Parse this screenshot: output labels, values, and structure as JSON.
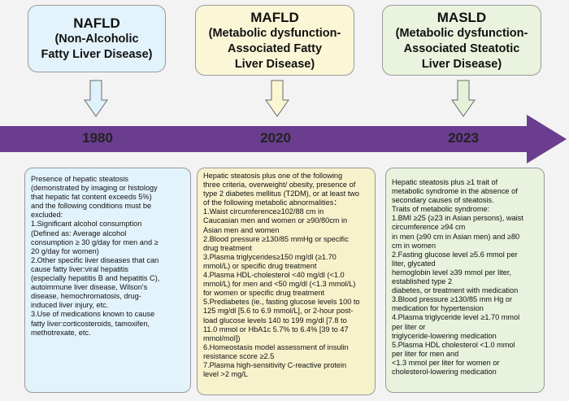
{
  "nafld": {
    "abbr": "NAFLD",
    "full_lines": [
      "(Non-Alcoholic",
      "Fatty Liver Disease)"
    ],
    "year": "1980",
    "detail_lines": [
      "Presence of hepatic steatosis",
      "(demonstrated by imaging or histology",
      "that hepatic fat content exceeds 5%)",
      "and the following conditions must be",
      "excluded:",
      "1.Significant alcohol consumption",
      "(Defined as: Average alcohol",
      "consumption ≥ 30 g/day for men and ≥",
      "20 g/day for women)",
      "2.Other specific liver diseases that can",
      "cause fatty liver:viral hepatitis",
      "(especially hepatitis B and hepatitis C),",
      "autoimmune liver disease, Wilson's",
      "disease, hemochromatosis, drug-",
      "induced liver injury, etc.",
      "3.Use of medications known to cause",
      "fatty liver:corticosteroids, tamoxifen,",
      "methotrexate, etc."
    ]
  },
  "mafld": {
    "abbr": "MAFLD",
    "full_lines": [
      "(Metabolic dysfunction-",
      "Associated Fatty",
      "Liver Disease)"
    ],
    "year": "2020",
    "detail_lines": [
      "Hepatic steatosis plus one of the following",
      "three criteria, overweight/ obesity, presence of",
      "type 2 diabetes mellitus (T2DM), or at least two",
      "of the following metabolic abnormalities：",
      "1.Waist circumference≥102/88 cm in",
      "Caucasian men and women or  ≥90/80cm in",
      "Asian men and women",
      "2.Blood pressure ≥130/85 mmHg or specific",
      "drug treatment",
      "3.Plasma triglycerides≥150 mg/dl (≥1.70",
      "mmol/L) or specific drug treatment",
      "4.Plasma HDL-cholesterol <40 mg/dl (<1.0",
      "mmol/L) for men and <50 mg/dl (<1.3 mmol/L)",
      "for women or specific drug treatment",
      "5.Prediabetes (ie., fasting glucose levels 100 to",
      "125 mg/dl [5.6 to 6.9 mmol/L], or 2-hour post-",
      "load glucose levels 140 to 199 mg/dl [7.8 to",
      "11.0 mmol or HbA1c 5.7% to 6.4% [39 to 47",
      "mmol/mol])",
      "6.Homeostasis model assessment of insulin",
      "resistance score ≥2.5",
      "7.Plasma high-sensitivity C-reactive protein",
      "level >2 mg/L"
    ]
  },
  "masld": {
    "abbr": "MASLD",
    "full_lines": [
      "(Metabolic dysfunction-",
      "Associated Steatotic",
      "Liver Disease)"
    ],
    "year": "2023",
    "detail_lines": [
      "Hepatic steatosis plus ≥1 trait of",
      "metabolic syndrome in the absence of",
      "secondary causes of steatosis.",
      "Traits of metabolic syndrome:",
      "1.BMI ≥25 (≥23 in Asian persons), waist",
      "circumference ≥94 cm",
      "in men (≥90 cm in Asian men) and ≥80",
      "cm in women",
      "2.Fasting glucose level ≥5.6 mmol per",
      "liter, glycated",
      "hemoglobin level ≥39 mmol per liter,",
      "established type 2",
      "diabetes, or treatment with medication",
      "3.Blood pressure ≥130/85 mm Hg or",
      "medication for hypertension",
      "4.Plasma triglyceride level ≥1.70 mmol",
      "per liter or",
      "triglyceride-lowering medication",
      "5.Plasma HDL cholesterol <1.0 mmol",
      "per liter for men and",
      "<1.3 mmol per liter for women or",
      "cholesterol-lowering medication"
    ]
  },
  "colors": {
    "timeline": "#6a3d8f",
    "nafld_arrow": "#dff1fa",
    "mafld_arrow": "#fbf6d2",
    "masld_arrow": "#e6f1d9",
    "arrow_stroke": "#6a6a6a"
  }
}
